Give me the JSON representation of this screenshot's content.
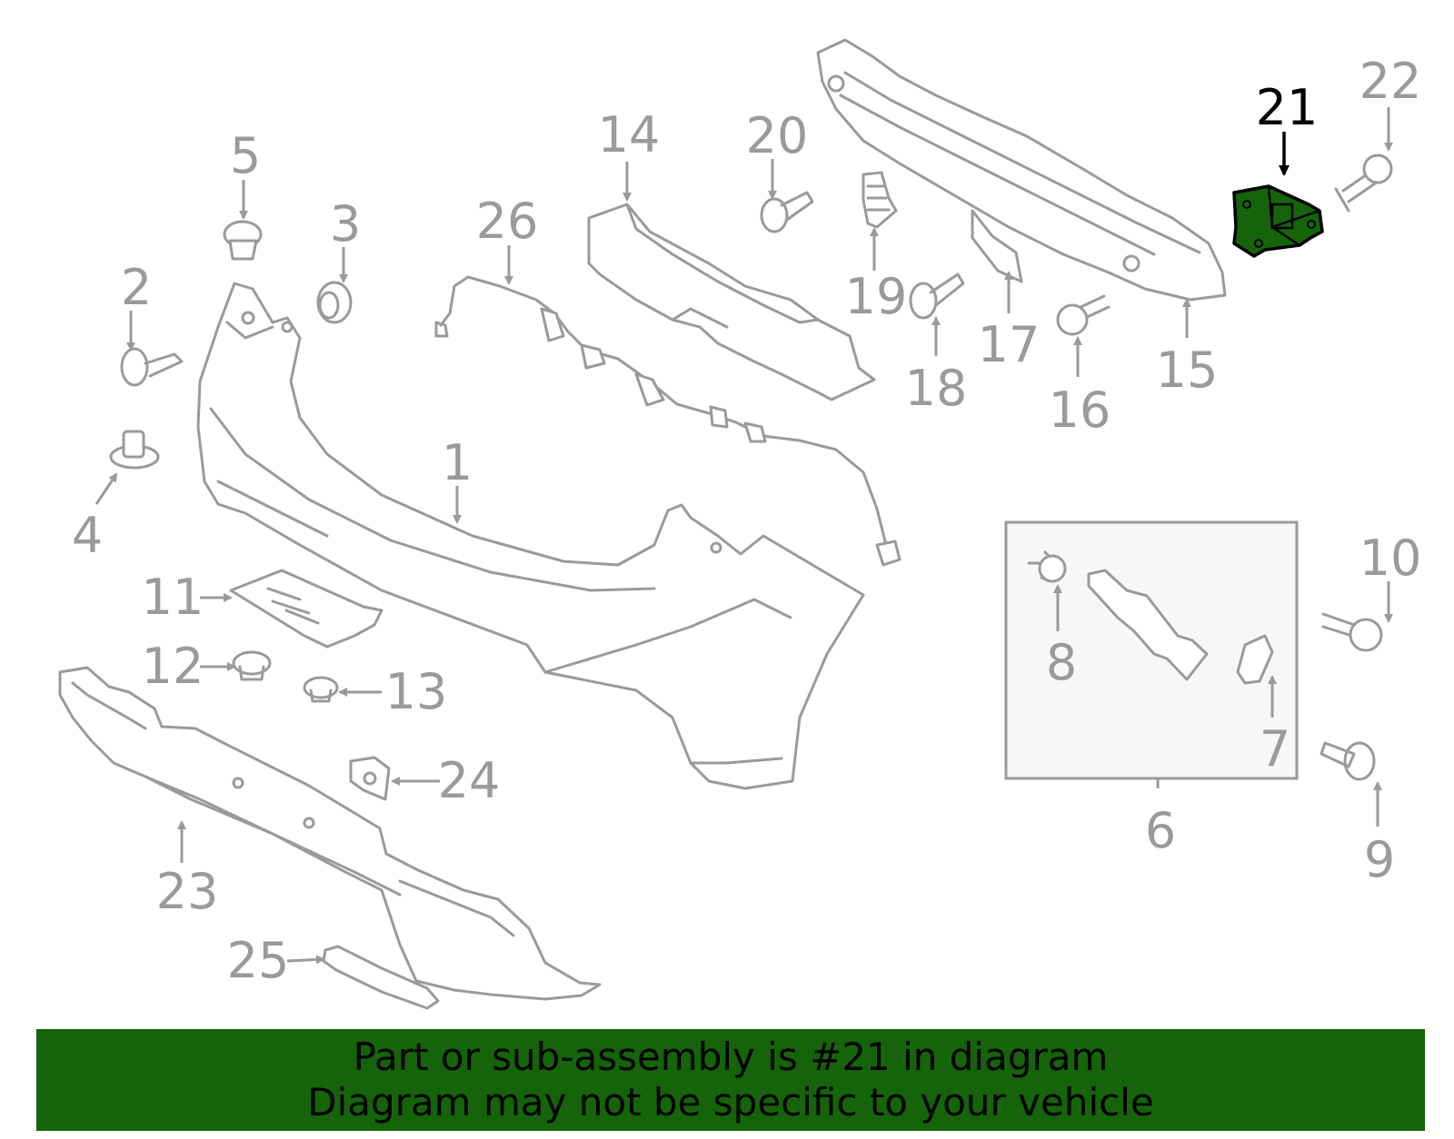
{
  "colors": {
    "part_stroke": "#9a9a9a",
    "highlight_fill": "#166409",
    "highlight_stroke": "#000000",
    "banner_bg": "#166409",
    "subassembly_box_fill": "#f7f7f7"
  },
  "diagram": {
    "highlighted_part": "21",
    "labels": {
      "p1": "1",
      "p2": "2",
      "p3": "3",
      "p4": "4",
      "p5": "5",
      "p6": "6",
      "p7": "7",
      "p8": "8",
      "p9": "9",
      "p10": "10",
      "p11": "11",
      "p12": "12",
      "p13": "13",
      "p14": "14",
      "p15": "15",
      "p16": "16",
      "p17": "17",
      "p18": "18",
      "p19": "19",
      "p20": "20",
      "p21": "21",
      "p22": "22",
      "p23": "23",
      "p24": "24",
      "p25": "25",
      "p26": "26"
    }
  },
  "banner": {
    "line1": "Part or sub-assembly is #21 in diagram",
    "line2": "Diagram may not be specific to your vehicle"
  }
}
